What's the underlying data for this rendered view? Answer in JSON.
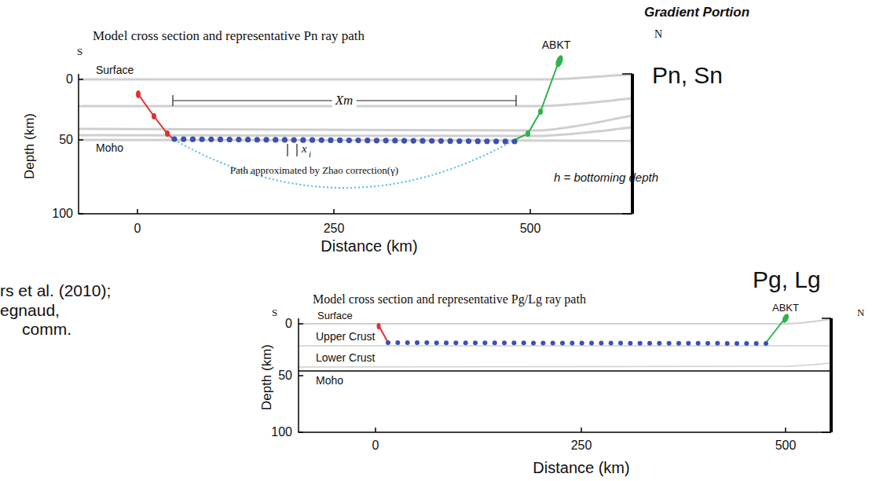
{
  "diagram": {
    "labels": [
      "Gradient Portion",
      "Model cross section and representative Pn ray path",
      "S",
      "N",
      "Surface",
      "ABKT",
      "Depth (km)",
      "0",
      "50",
      "100",
      "Moho",
      "Xm",
      "x",
      "i",
      "Path approximated by Zhao correction(γ)",
      "h = bottoming depth",
      "0",
      "250",
      "500",
      "Distance (km)",
      "Pn, Sn",
      "rs et al. (2010);",
      "egnaud,",
      "comm.",
      "Pg, Lg",
      "Model cross section and representative Pg/Lg ray path",
      "S",
      "N",
      "Surface",
      "ABKT",
      "Upper Crust",
      "Lower Crust",
      "Moho",
      "Depth (km)",
      "0",
      "50",
      "100",
      "0",
      "250",
      "500",
      "Distance (km)"
    ]
  }
}
